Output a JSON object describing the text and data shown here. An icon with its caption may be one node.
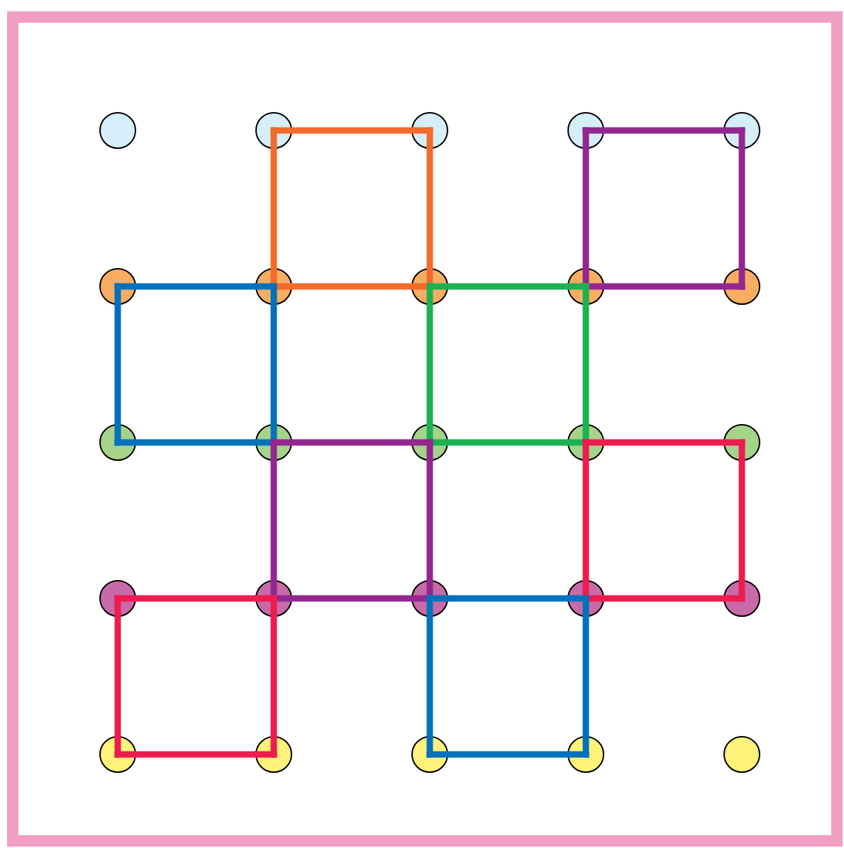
{
  "diagram": {
    "nodes": [
      {
        "text": [],
        "shape": "circle"
      },
      {
        "text": [],
        "shape": "circle"
      },
      {
        "text": [],
        "shape": "circle"
      },
      {
        "text": [],
        "shape": "circle"
      },
      {
        "text": [],
        "shape": "circle"
      },
      {
        "text": [],
        "shape": "circle"
      },
      {
        "text": [],
        "shape": "circle"
      },
      {
        "text": [],
        "shape": "circle"
      },
      {
        "text": [],
        "shape": "circle"
      },
      {
        "text": [],
        "shape": "circle"
      },
      {
        "text": [],
        "shape": "circle"
      },
      {
        "text": [],
        "shape": "circle"
      },
      {
        "text": [],
        "shape": "circle"
      },
      {
        "text": [],
        "shape": "circle"
      },
      {
        "text": [],
        "shape": "circle"
      },
      {
        "text": [],
        "shape": "circle"
      },
      {
        "text": [],
        "shape": "circle"
      },
      {
        "text": [],
        "shape": "circle"
      },
      {
        "text": [],
        "shape": "circle"
      },
      {
        "text": [],
        "shape": "circle"
      },
      {
        "text": [],
        "shape": "circle"
      },
      {
        "text": [],
        "shape": "circle"
      },
      {
        "text": [],
        "shape": "circle"
      },
      {
        "text": [],
        "shape": "circle"
      },
      {
        "text": [],
        "shape": "circle"
      }
    ],
    "edges": [
      {
        "from": 1,
        "to": 2,
        "arrow": "none",
        "color": "#f26b2a"
      },
      {
        "from": 2,
        "to": 7,
        "arrow": "none",
        "color": "#f26b2a"
      },
      {
        "from": 7,
        "to": 6,
        "arrow": "none",
        "color": "#f26b2a"
      },
      {
        "from": 6,
        "to": 1,
        "arrow": "none",
        "color": "#f26b2a"
      },
      {
        "from": 3,
        "to": 4,
        "arrow": "none",
        "color": "#93278f"
      },
      {
        "from": 4,
        "to": 9,
        "arrow": "none",
        "color": "#93278f"
      },
      {
        "from": 9,
        "to": 8,
        "arrow": "none",
        "color": "#93278f"
      },
      {
        "from": 8,
        "to": 3,
        "arrow": "none",
        "color": "#93278f"
      },
      {
        "from": 5,
        "to": 6,
        "arrow": "none",
        "color": "#0072bc"
      },
      {
        "from": 6,
        "to": 11,
        "arrow": "none",
        "color": "#0072bc"
      },
      {
        "from": 11,
        "to": 10,
        "arrow": "none",
        "color": "#0072bc"
      },
      {
        "from": 10,
        "to": 5,
        "arrow": "none",
        "color": "#0072bc"
      },
      {
        "from": 7,
        "to": 8,
        "arrow": "none",
        "color": "#1db152"
      },
      {
        "from": 8,
        "to": 13,
        "arrow": "none",
        "color": "#1db152"
      },
      {
        "from": 13,
        "to": 12,
        "arrow": "none",
        "color": "#1db152"
      },
      {
        "from": 12,
        "to": 7,
        "arrow": "none",
        "color": "#1db152"
      },
      {
        "from": 11,
        "to": 12,
        "arrow": "none",
        "color": "#93278f"
      },
      {
        "from": 12,
        "to": 17,
        "arrow": "none",
        "color": "#93278f"
      },
      {
        "from": 17,
        "to": 16,
        "arrow": "none",
        "color": "#93278f"
      },
      {
        "from": 16,
        "to": 11,
        "arrow": "none",
        "color": "#93278f"
      },
      {
        "from": 13,
        "to": 14,
        "arrow": "none",
        "color": "#ed1c4f"
      },
      {
        "from": 14,
        "to": 19,
        "arrow": "none",
        "color": "#ed1c4f"
      },
      {
        "from": 19,
        "to": 18,
        "arrow": "none",
        "color": "#ed1c4f"
      },
      {
        "from": 18,
        "to": 13,
        "arrow": "none",
        "color": "#ed1c4f"
      },
      {
        "from": 15,
        "to": 16,
        "arrow": "none",
        "color": "#ed1c4f"
      },
      {
        "from": 16,
        "to": 21,
        "arrow": "none",
        "color": "#ed1c4f"
      },
      {
        "from": 21,
        "to": 20,
        "arrow": "none",
        "color": "#ed1c4f"
      },
      {
        "from": 20,
        "to": 15,
        "arrow": "none",
        "color": "#ed1c4f"
      },
      {
        "from": 17,
        "to": 18,
        "arrow": "none",
        "color": "#0072bc"
      },
      {
        "from": 18,
        "to": 23,
        "arrow": "none",
        "color": "#0072bc"
      },
      {
        "from": 23,
        "to": 22,
        "arrow": "none",
        "color": "#0072bc"
      },
      {
        "from": 22,
        "to": 17,
        "arrow": "none",
        "color": "#0072bc"
      }
    ]
  }
}
